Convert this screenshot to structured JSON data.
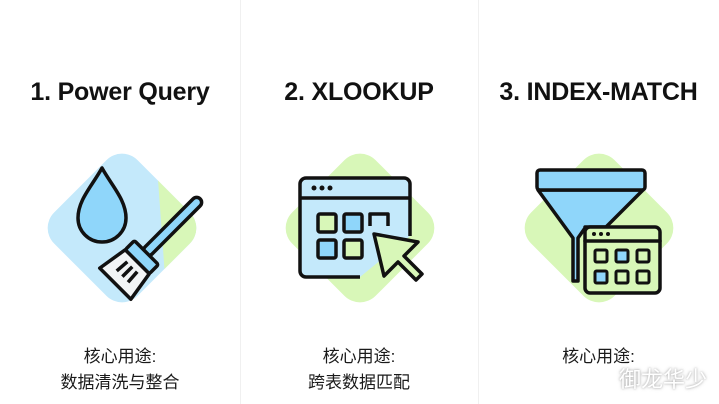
{
  "cards": [
    {
      "title": "1. Power Query",
      "label": "核心用途:",
      "purpose": "数据清洗与整合",
      "icon": "water-drop-broom-icon"
    },
    {
      "title": "2. XLOOKUP",
      "label": "核心用途:",
      "purpose": "跨表数据匹配",
      "icon": "window-grid-cursor-icon"
    },
    {
      "title": "3. INDEX-MATCH",
      "label": "核心用途:",
      "purpose": "",
      "icon": "funnel-table-icon"
    }
  ],
  "watermark": "御龙华少",
  "colors": {
    "blue": "#8fd6fa",
    "light_blue": "#c4e9fb",
    "green": "#d8f7b8",
    "stroke": "#111111",
    "bristle": "#f2f4f5"
  }
}
